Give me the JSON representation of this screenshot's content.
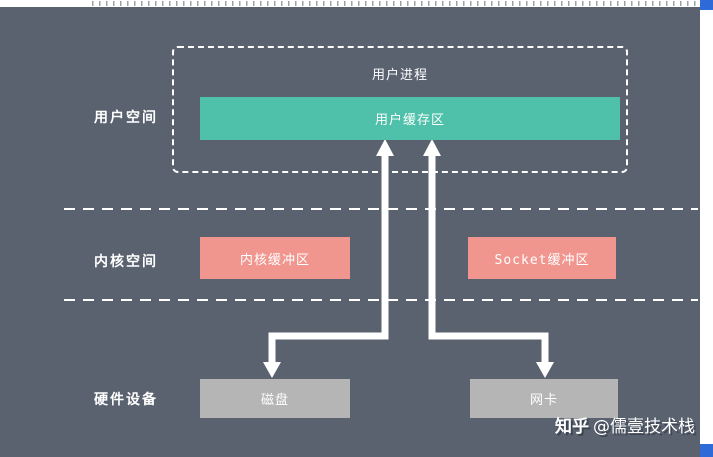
{
  "colors": {
    "panel_bg": "#5a6270",
    "user_buffer": "#4fc0a9",
    "kernel_buffer": "#f1968f",
    "hardware_box": "#b5b5b5",
    "arrow": "#ffffff",
    "corner_accent": "#2f6bd8"
  },
  "diagram": {
    "layers": {
      "user_space": "用户空间",
      "kernel_space": "内核空间",
      "hardware": "硬件设备"
    },
    "user_process": {
      "label": "用户进程"
    },
    "boxes": {
      "user_buffer": {
        "label": "用户缓存区"
      },
      "kernel_buffer": {
        "label": "内核缓冲区"
      },
      "socket_buffer": {
        "label": "Socket缓冲区"
      },
      "disk": {
        "label": "磁盘"
      },
      "nic": {
        "label": "网卡"
      }
    },
    "arrows": [
      "disk <-> user_buffer",
      "nic <-> user_buffer"
    ]
  },
  "watermark": {
    "brand": "知乎",
    "handle": "@儒壹技术栈"
  }
}
